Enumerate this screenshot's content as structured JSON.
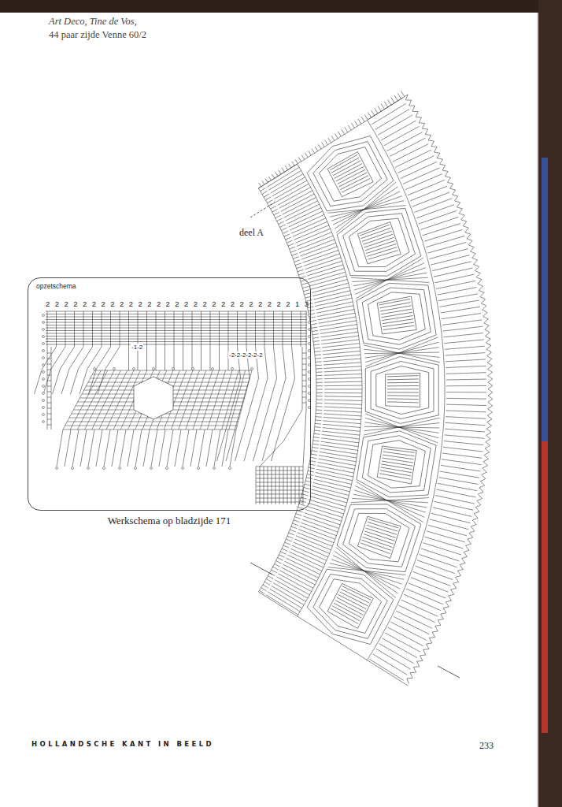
{
  "diagram": {
    "title": "Art Deco, Tine de Vos,",
    "nodes": [
      {
        "text": [
          "opzetschema"
        ]
      }
    ],
    "labels": [
      "44 paar zijde Venne 60/2",
      "deel A",
      "2 2 2 2 2 2 2 2 2 2 2 2 2 2 2 2 2 2 2 2 2 2 2 2 2 2 2 1 3",
      "-1-2",
      "-2-2-2-2-2-2",
      "Werkschema op bladzijde 171",
      "HOLLANDSCHE KANT IN BEELD",
      "233"
    ]
  }
}
